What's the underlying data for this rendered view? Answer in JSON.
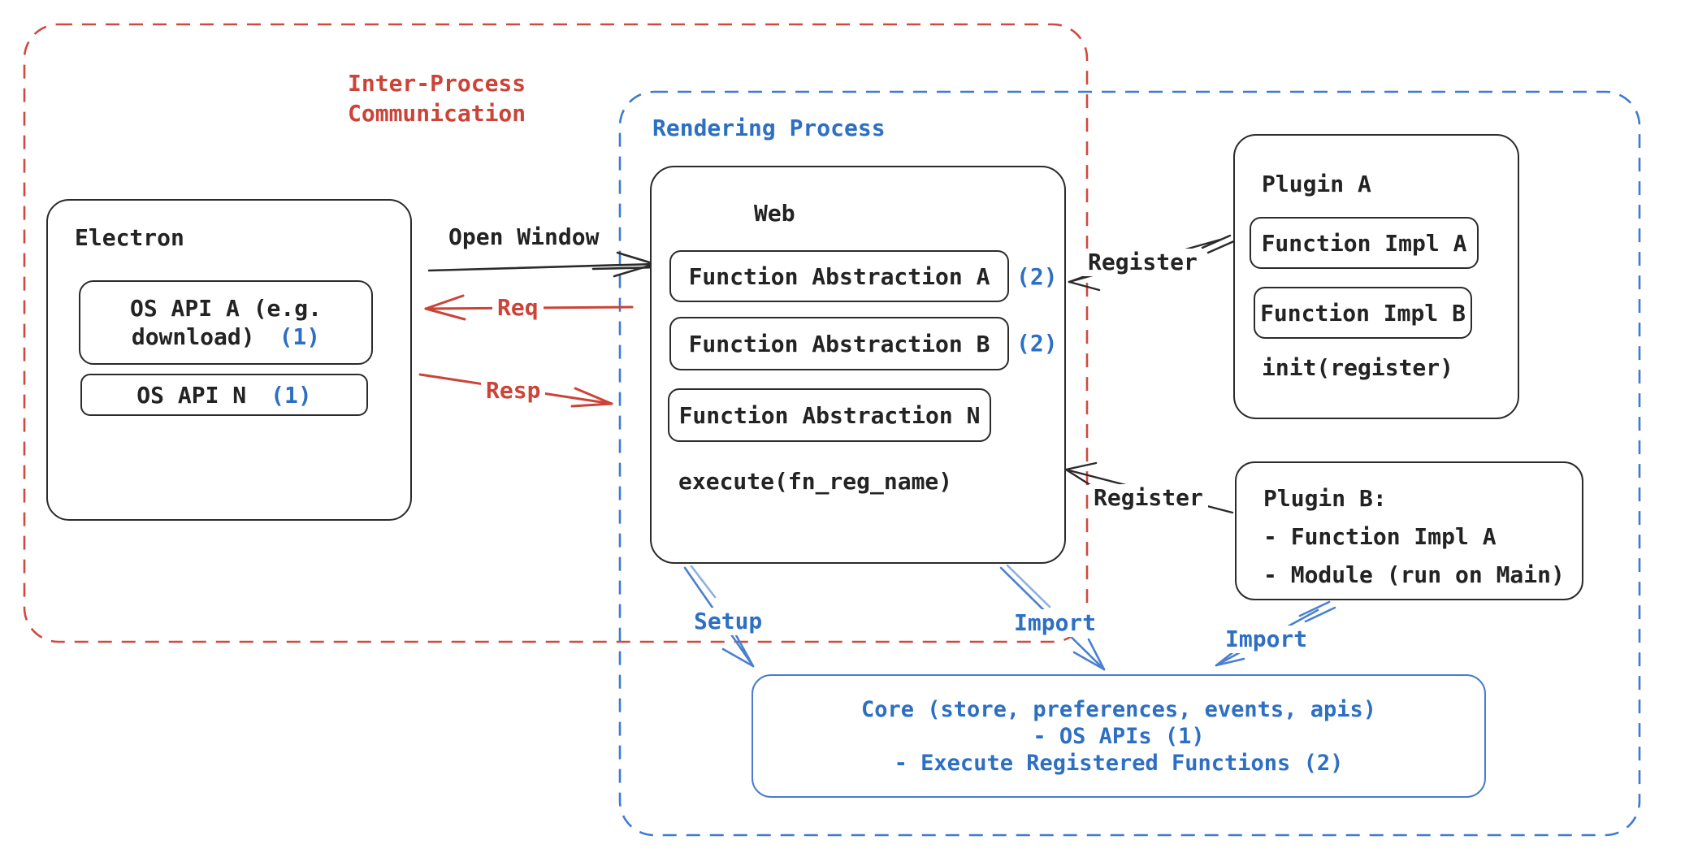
{
  "regions": {
    "ipc": {
      "label": "Inter-Process\nCommunication",
      "color": "#cc4338"
    },
    "rendering": {
      "label": "Rendering Process",
      "color": "#2d6fc3"
    }
  },
  "electron": {
    "title": "Electron",
    "api_a_line1": "OS API A (e.g.",
    "api_a_line2": "download)",
    "api_a_badge": "(1)",
    "api_n_text": "OS API N",
    "api_n_badge": "(1)"
  },
  "web": {
    "title": "Web",
    "fn_a": "Function Abstraction A",
    "fn_a_badge": "(2)",
    "fn_b": "Function Abstraction B",
    "fn_b_badge": "(2)",
    "fn_n": "Function Abstraction N",
    "execute": "execute(fn_reg_name)"
  },
  "plugin_a": {
    "title": "Plugin A",
    "impl_a": "Function Impl A",
    "impl_b": "Function Impl B",
    "init": "init(register)"
  },
  "plugin_b": {
    "line1": "Plugin B:",
    "line2": "- Function Impl A",
    "line3": "- Module (run on Main)"
  },
  "core": {
    "line1": "Core (store, preferences, events, apis)",
    "line2": "- OS APIs (1)",
    "line3": "- Execute Registered Functions (2)",
    "border_color": "#4a7ccb",
    "text_color": "#2d6fc3"
  },
  "arrows": {
    "open_window": "Open Window",
    "req": "Req",
    "resp": "Resp",
    "register_a": "Register",
    "register_b": "Register",
    "setup": "Setup",
    "import_web": "Import",
    "import_plugin": "Import"
  },
  "colors": {
    "ink": "#2b2b2b",
    "red_accent": "#cc4338",
    "blue_accent": "#2d6fc3",
    "arrow_blue": "#4a80ce"
  }
}
